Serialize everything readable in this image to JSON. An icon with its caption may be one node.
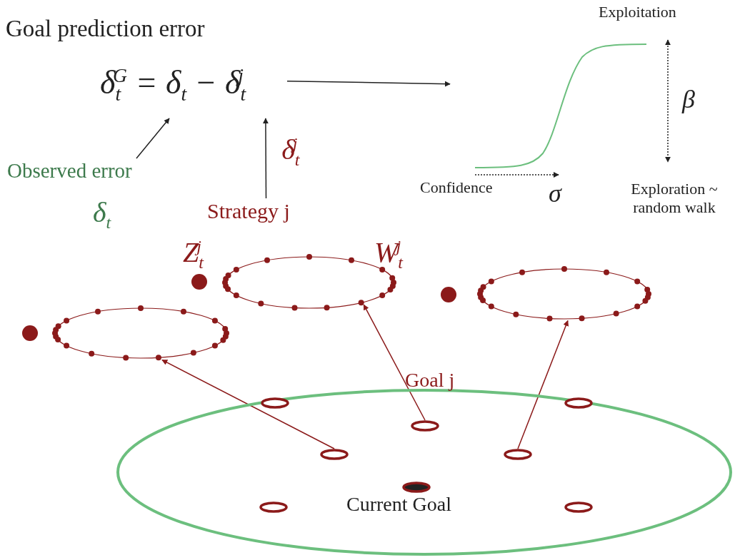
{
  "diagram": {
    "title": "Goal prediction error",
    "nodes": [
      {
        "text": [
          "δ$_{t}$$^{G}$ = δ$_{t}$ − δ$_{t}$$^{j}$"
        ]
      },
      {
        "text": [
          "Observed error"
        ],
        "beside": [
          "δ$_{t}$"
        ]
      },
      {
        "text": [
          "Strategy j"
        ]
      },
      {
        "text": [],
        "shape": "picture"
      },
      {
        "text": [],
        "shape": "circle"
      },
      {
        "text": [],
        "shape": "circle"
      },
      {
        "text": [],
        "shape": "circle"
      },
      {
        "text": [],
        "shape": "circle"
      },
      {
        "text": [],
        "shape": "circle",
        "in": 7
      },
      {
        "text": [],
        "shape": "circle",
        "in": 7
      },
      {
        "text": [],
        "shape": "circle",
        "in": 7,
        "beside": [
          "Goal j"
        ]
      },
      {
        "text": [],
        "shape": "circle",
        "in": 7
      },
      {
        "text": [],
        "shape": "circle",
        "in": 7
      },
      {
        "text": [],
        "shape": "circle",
        "in": 7,
        "beside": [
          "Current Goal"
        ]
      },
      {
        "text": [],
        "shape": "circle",
        "in": 7
      },
      {
        "text": [],
        "shape": "circle",
        "in": 7
      }
    ],
    "edges": [
      {
        "from": 0,
        "to": 3,
        "arrow": "to"
      },
      {
        "from": 1,
        "to": 0,
        "arrow": "to"
      },
      {
        "from": 2,
        "to": 0,
        "arrow": "to",
        "label": "δ$_{t}$$^{j}$"
      },
      {
        "from": 11,
        "to": 4,
        "arrow": "to",
        "color": "#8b1a1a"
      },
      {
        "from": 10,
        "to": 5,
        "arrow": "to",
        "color": "#8b1a1a"
      },
      {
        "from": 12,
        "to": 6,
        "arrow": "to",
        "color": "#8b1a1a"
      }
    ],
    "labels": [
      "Z$_{t}$$^{j}$",
      "W$_{t}$$^{j}$",
      "Exploitation",
      "β",
      "Confidence",
      "σ",
      "Exploration ~ random walk"
    ]
  }
}
